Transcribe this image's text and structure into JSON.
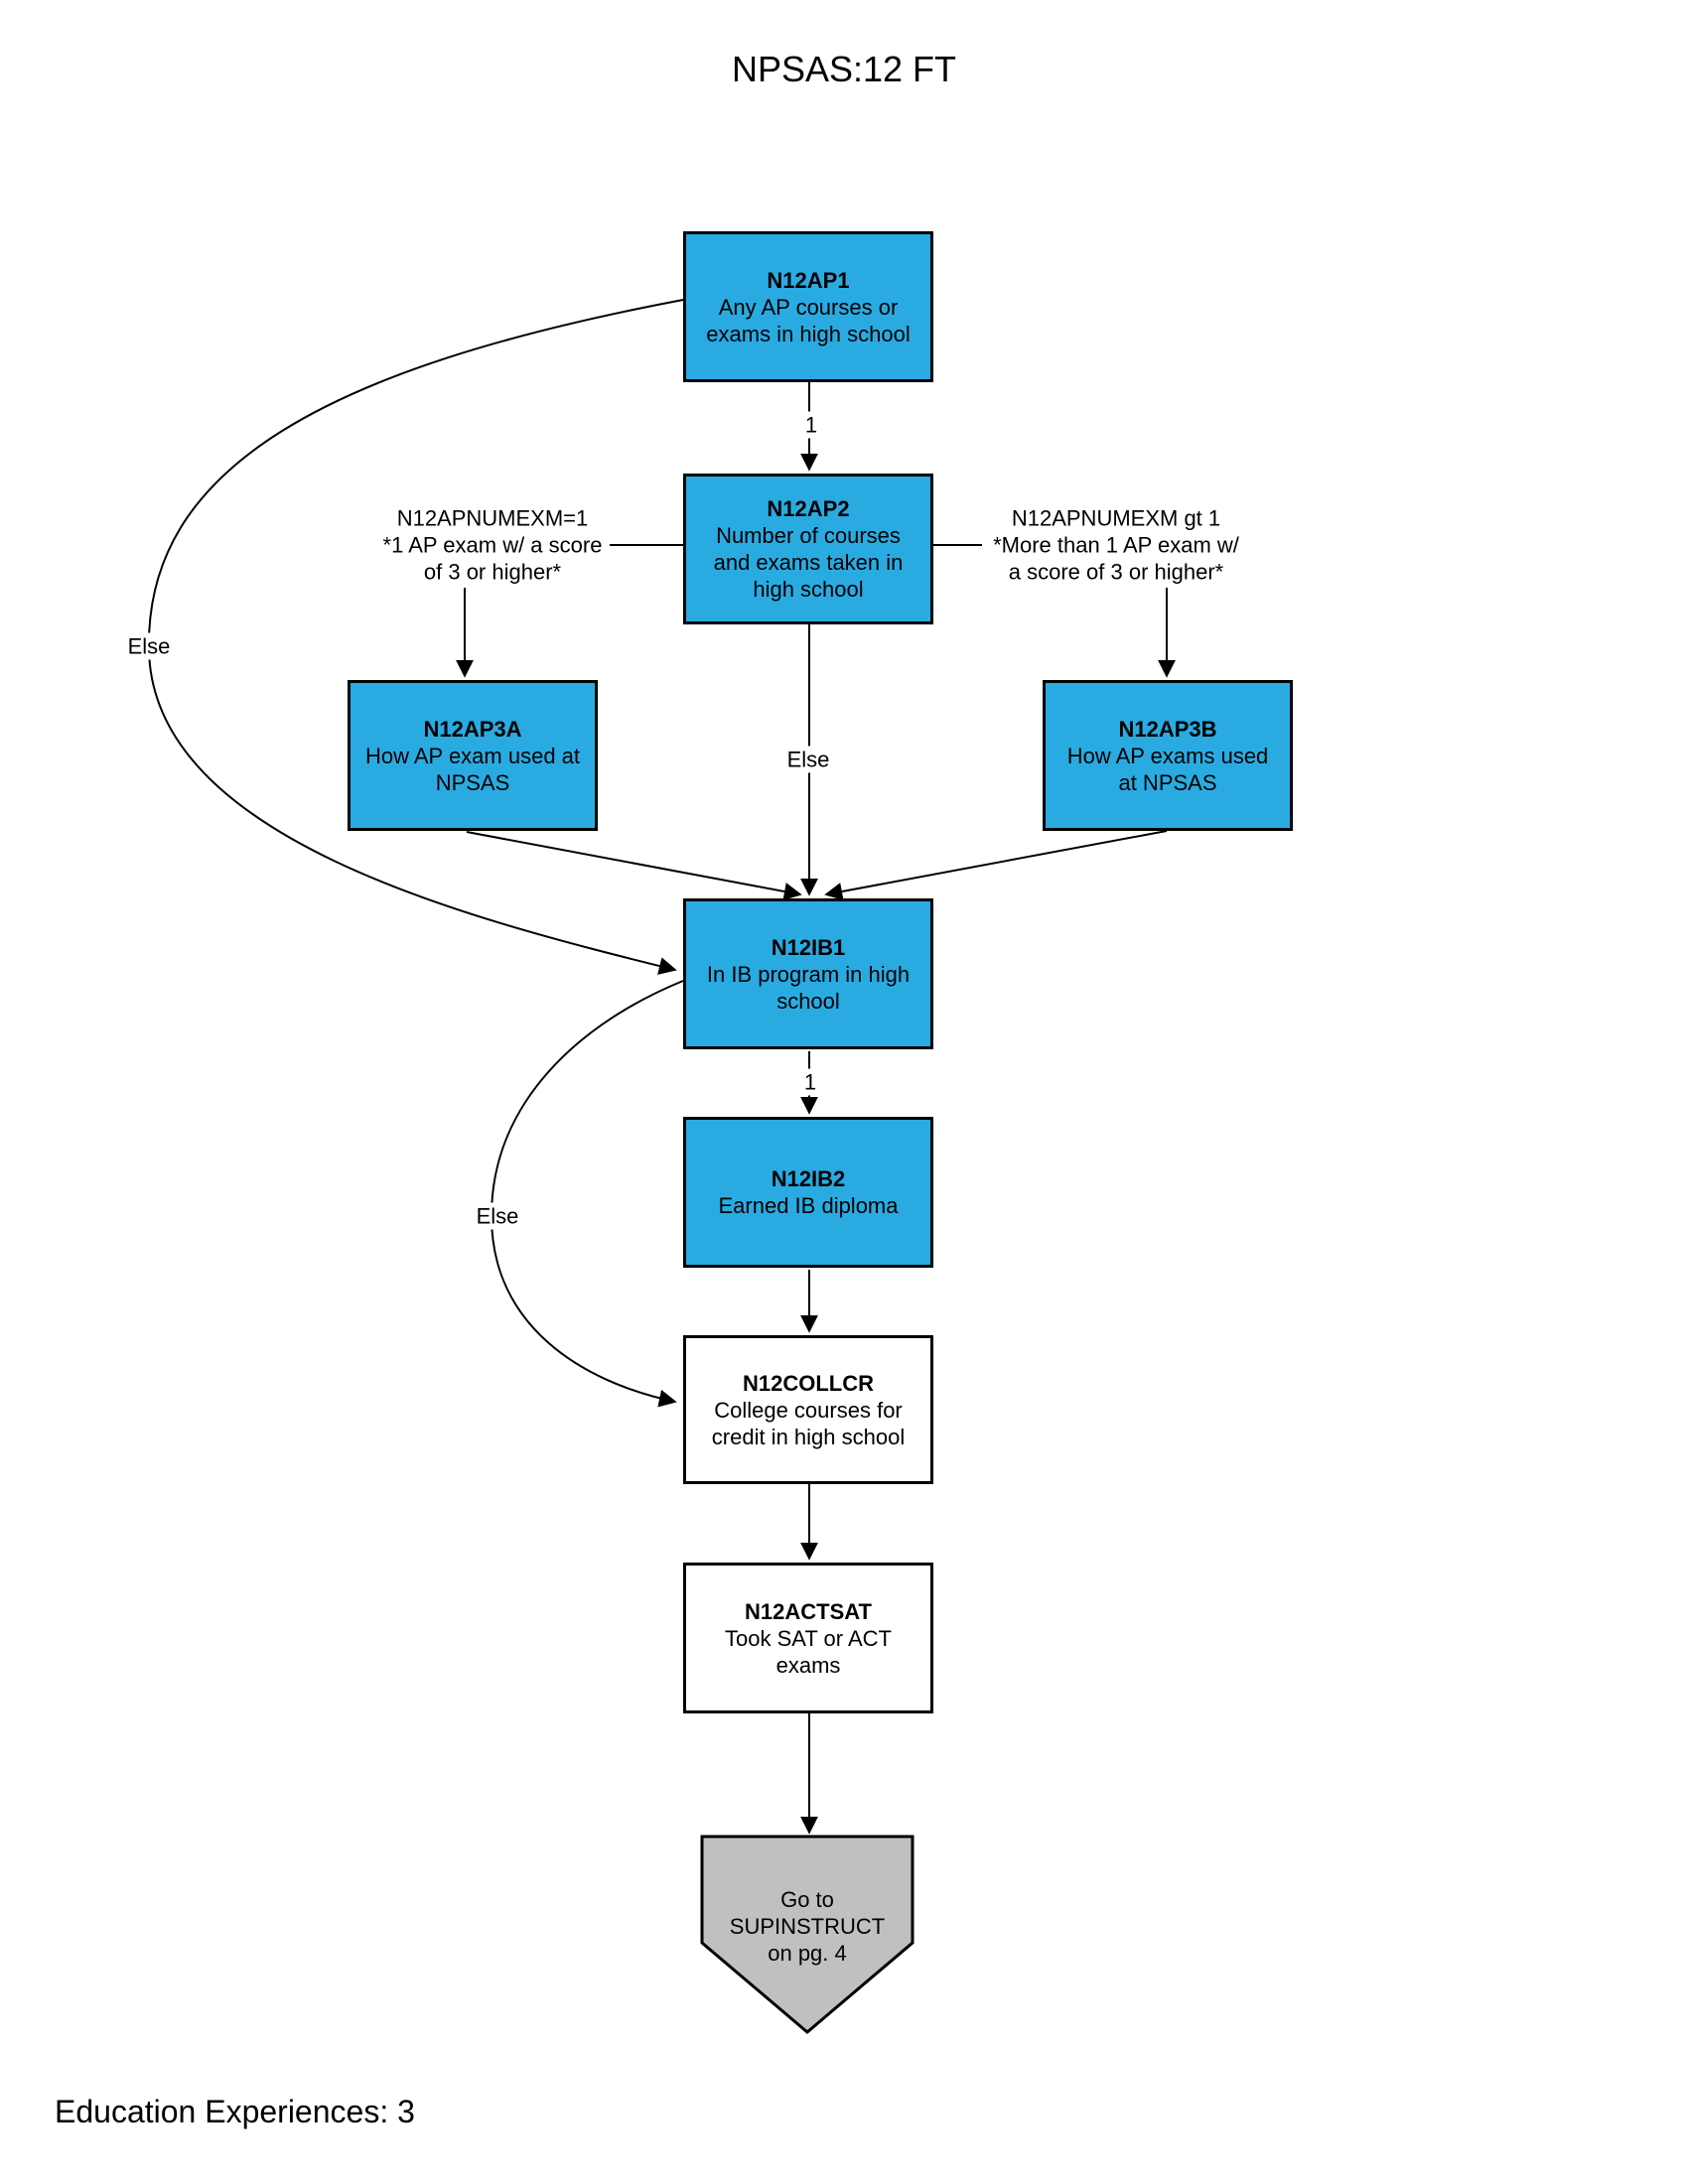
{
  "title": "NPSAS:12 FT",
  "footer": "Education Experiences: 3",
  "colors": {
    "node_fill_blue": "#29ABE2",
    "node_fill_white": "#FFFFFF",
    "terminal_fill_gray": "#C0C0C0",
    "line_color": "#000000"
  },
  "nodes": [
    {
      "id": "N12AP1",
      "label": "N12AP1",
      "desc": "Any AP courses or\nexams  in high school",
      "fill": "blue"
    },
    {
      "id": "N12AP2",
      "label": "N12AP2",
      "desc": "Number of courses\nand exams taken in\nhigh school",
      "fill": "blue"
    },
    {
      "id": "N12AP3A",
      "label": "N12AP3A",
      "desc": "How AP exam used at\nNPSAS",
      "fill": "blue"
    },
    {
      "id": "N12AP3B",
      "label": "N12AP3B",
      "desc": "How AP exams used\nat NPSAS",
      "fill": "blue"
    },
    {
      "id": "N12IB1",
      "label": "N12IB1",
      "desc": "In IB program in high\nschool",
      "fill": "blue"
    },
    {
      "id": "N12IB2",
      "label": "N12IB2",
      "desc": "Earned IB diploma",
      "fill": "blue"
    },
    {
      "id": "N12COLLCR",
      "label": "N12COLLCR",
      "desc": "College courses for\ncredit in high school",
      "fill": "white"
    },
    {
      "id": "N12ACTSAT",
      "label": "N12ACTSAT",
      "desc": "Took SAT or ACT\nexams",
      "fill": "white"
    }
  ],
  "terminal": {
    "text": "Go to\nSUPINSTRUCT\non pg. 4"
  },
  "edge_labels": {
    "ap1_to_ap2": "1",
    "ap2_left_condition": "N12APNUMEXM=1\n*1 AP exam w/ a score\nof 3 or higher*",
    "ap2_right_condition": "N12APNUMEXM gt 1\n*More than 1 AP exam w/\na score of 3 or higher*",
    "ap1_else": "Else",
    "ap2_else": "Else",
    "ib1_to_ib2": "1",
    "ib1_else": "Else"
  }
}
